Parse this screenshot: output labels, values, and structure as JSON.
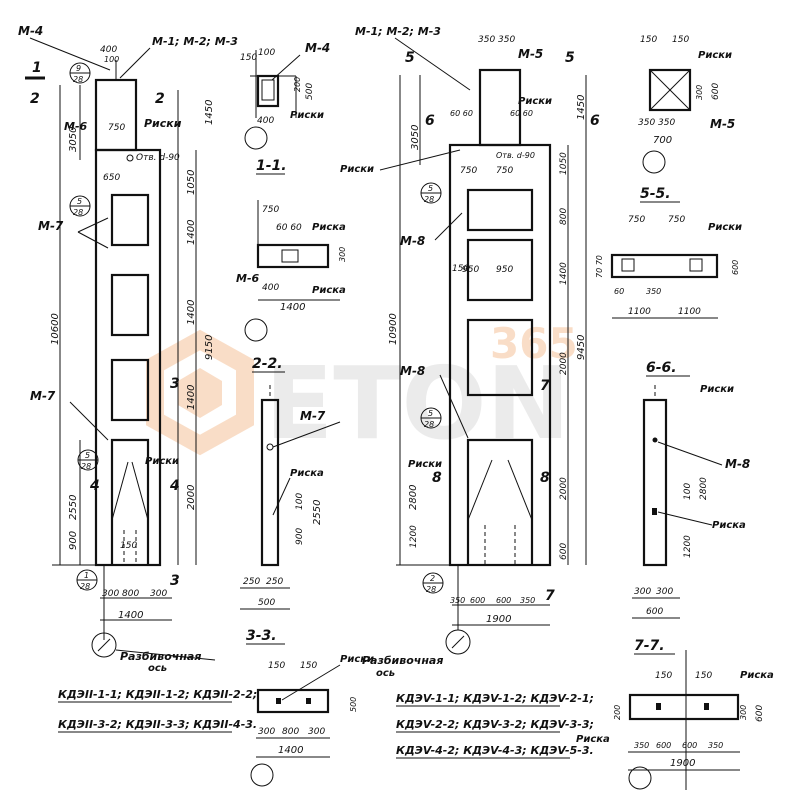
{
  "marks": {
    "m1m2m3": "М-1; М-2; М-3",
    "m4": "М-4",
    "m5": "М-5",
    "m6": "М-6",
    "m7": "М-7",
    "m8": "М-8",
    "riski": "Риски",
    "riska": "Риска",
    "otv": "Отв. d-90",
    "razb": "Разбивочная",
    "os": "ось"
  },
  "sections": {
    "s11": "1-1.",
    "s22": "2-2.",
    "s33": "3-3.",
    "s55": "5-5.",
    "s66": "6-6.",
    "s77": "7-7."
  },
  "cut_numbers": [
    "1",
    "2",
    "3",
    "4",
    "5",
    "6",
    "7",
    "8"
  ],
  "refs": {
    "top": "9",
    "bottom": "28",
    "top5": "5"
  },
  "dims": {
    "d10600": "10600",
    "d10900": "10900",
    "d9150": "9150",
    "d9450": "9450",
    "d3050": "3050",
    "d1450": "1450",
    "d1050": "1050",
    "d1400": "1400",
    "d2550": "2550",
    "d2000": "2000",
    "d2800": "2800",
    "d1200": "1200",
    "d900": "900",
    "d600": "600",
    "d800": "800",
    "d400": "400",
    "d300": "300",
    "d500": "500",
    "d250": "250",
    "d150": "150",
    "d100": "100",
    "d350": "350",
    "d200": "200",
    "d750": "750",
    "d950": "950",
    "d1100": "1100",
    "d1900": "1900",
    "d700": "700",
    "d650": "650",
    "d60": "60",
    "d6060": "60 60",
    "d350350": "350 350",
    "d7070": "70 70"
  },
  "notes": {
    "left1": "КДЭII-1-1; КДЭII-1-2; КДЭII-2-2;",
    "left2": "КДЭII-3-2; КДЭII-3-3; КДЭII-4-3.",
    "right1": "КДЭV-1-1; КДЭV-1-2; КДЭV-2-1;",
    "right2": "КДЭV-2-2; КДЭV-3-2; КДЭV-3-3;",
    "right3": "КДЭV-4-2; КДЭV-4-3; КДЭV-5-3."
  },
  "watermark": {
    "brand": "ETON",
    "number": "365",
    "color": "#f0a060"
  }
}
